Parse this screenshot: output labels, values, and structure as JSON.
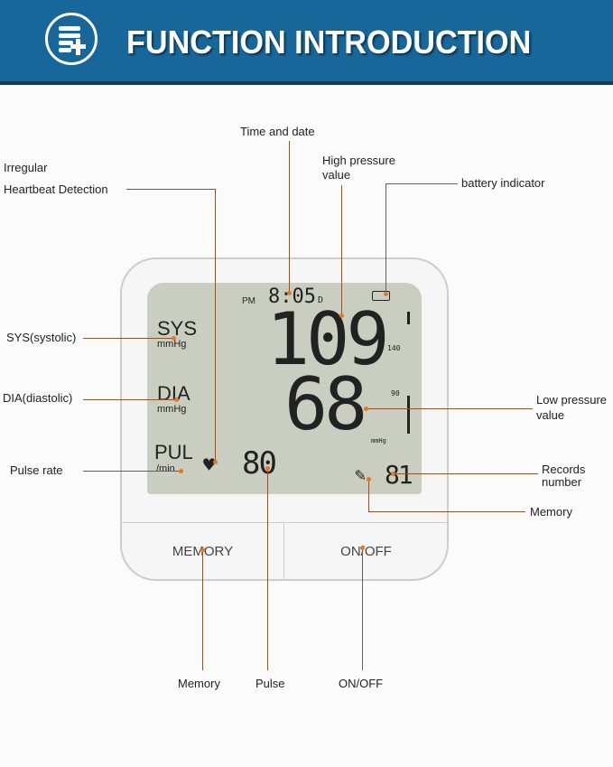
{
  "header": {
    "title": "FUNCTION INTRODUCTION",
    "icon": "records-plus-icon"
  },
  "callouts": {
    "time_date": "Time and date",
    "irregular_1": "Irregular",
    "irregular_2": "Heartbeat Detection",
    "high_pressure_1": "High pressure",
    "high_pressure_2": "value",
    "battery": "battery indicator",
    "sys": "SYS(systolic)",
    "dia": "DIA(diastolic)",
    "pulse_rate": "Pulse rate",
    "low_pressure_1": "Low pressure",
    "low_pressure_2": "value",
    "records_1": "Records",
    "records_2": "number",
    "memory_icon": "Memory",
    "memory_btn": "Memory",
    "pulse": "Pulse",
    "onoff": "ON/OFF"
  },
  "lcd": {
    "pm": "PM",
    "time": "8:05",
    "d": "D",
    "sys_label": "SYS",
    "sys_unit": "mmHg",
    "dia_label": "DIA",
    "dia_unit": "mmHg",
    "pul_label": "PUL",
    "pul_unit": "/min",
    "sys_value": "109",
    "dia_value": "68",
    "pulse_value": "80",
    "scale_140": "140",
    "scale_90": "90",
    "mmhg": "mmHg",
    "record_number": "81"
  },
  "buttons": {
    "memory": "MEMORY",
    "onoff": "ON/OFF"
  }
}
